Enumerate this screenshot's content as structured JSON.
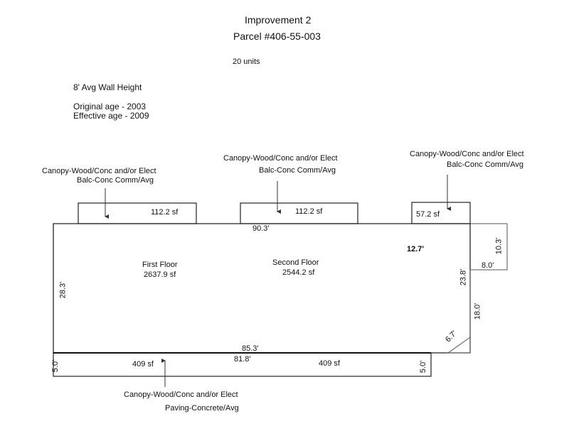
{
  "header": {
    "title": "Improvement 2",
    "parcel": "Parcel #406-55-003",
    "units": "20 units"
  },
  "notes": {
    "wall_height": "8' Avg Wall Height",
    "original_age": "Original age - 2003",
    "effective_age": "Effective age - 2009"
  },
  "callouts": {
    "left_top": {
      "line1": "Canopy-Wood/Conc and/or Elect",
      "line2": "Balc-Conc Comm/Avg"
    },
    "mid_top": {
      "line1": "Canopy-Wood/Conc and/or Elect",
      "line2": "Balc-Conc Comm/Avg"
    },
    "right_top": {
      "line1": "Canopy-Wood/Conc and/or Elect",
      "line2": "Balc-Conc Comm/Avg"
    },
    "bottom": {
      "line1": "Canopy-Wood/Conc and/or Elect",
      "line2": "Paving-Concrete/Avg"
    }
  },
  "areas": {
    "balcony_left": "112.2 sf",
    "balcony_mid": "112.2 sf",
    "balcony_right": "57.2 sf",
    "paving_left": "409 sf",
    "paving_right": "409 sf",
    "first_floor_label": "First Floor",
    "first_floor_area": "2637.9 sf",
    "second_floor_label": "Second Floor",
    "second_floor_area": "2544.2 sf"
  },
  "dimensions": {
    "top": "90.3'",
    "left": "28.3'",
    "notch_top": "12.7'",
    "notch_height": "10.3'",
    "notch_width": "8.0'",
    "right_upper": "23.8'",
    "right_lower": "18.0'",
    "diagonal": "6.7'",
    "bottom_main": "85.3'",
    "paving_length": "81.8'",
    "paving_left_depth": "5.0'",
    "paving_right_depth": "5.0'"
  }
}
